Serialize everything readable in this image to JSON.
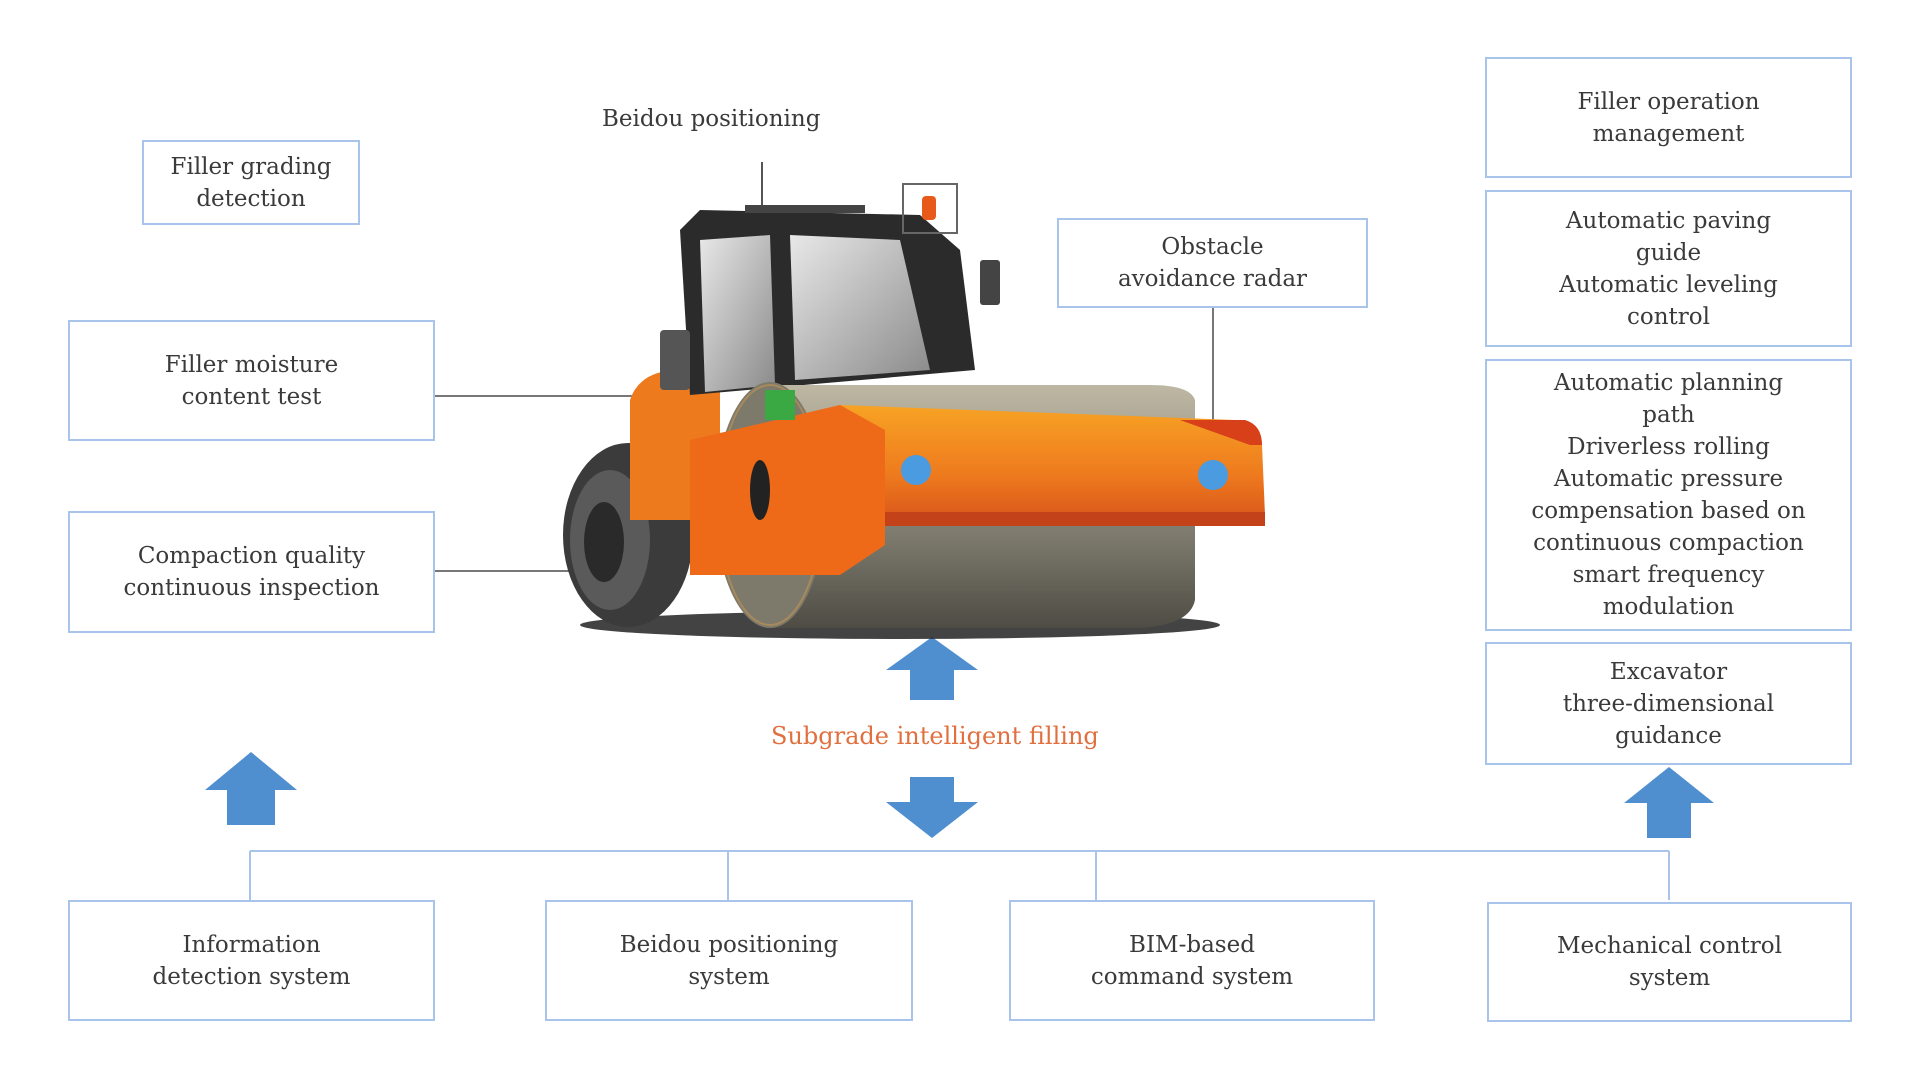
{
  "title_label": "Subgrade intelligent filling",
  "roller_callouts": {
    "beidou": "Beidou positioning",
    "obstacle": [
      "Obstacle",
      "avoidance radar"
    ]
  },
  "left_boxes": [
    {
      "lines": [
        "Filler grading",
        "detection"
      ]
    },
    {
      "lines": [
        "Filler moisture",
        "content test"
      ]
    },
    {
      "lines": [
        "Compaction quality",
        "continuous inspection"
      ]
    }
  ],
  "right_boxes": [
    {
      "lines": [
        "Filler operation",
        "management"
      ]
    },
    {
      "lines": [
        "Automatic paving",
        "guide",
        "Automatic leveling",
        "control"
      ]
    },
    {
      "lines": [
        "Automatic planning",
        "path",
        "Driverless rolling",
        "Automatic pressure",
        "compensation based on",
        "continuous compaction",
        "smart frequency",
        "modulation"
      ]
    },
    {
      "lines": [
        "Excavator",
        "three-dimensional",
        "guidance"
      ]
    }
  ],
  "bottom_boxes": [
    {
      "lines": [
        "Information",
        "detection system"
      ]
    },
    {
      "lines": [
        "Beidou positioning",
        "system"
      ]
    },
    {
      "lines": [
        "BIM-based",
        "command system"
      ]
    },
    {
      "lines": [
        "Mechanical control",
        "system"
      ]
    }
  ],
  "colors": {
    "box_border": "#a9c4ea",
    "arrow": "#4f8fd0",
    "accent_label": "#e0703f",
    "roller_orange": "#ee7a1e",
    "drum_gray": "#8a8779",
    "sensor_blue": "#4a9be0",
    "sensor_green": "#3aa843"
  },
  "icons": {
    "arrows": [
      "arrow-up-icon",
      "arrow-down-icon"
    ],
    "roller": "road-roller-illustration"
  }
}
